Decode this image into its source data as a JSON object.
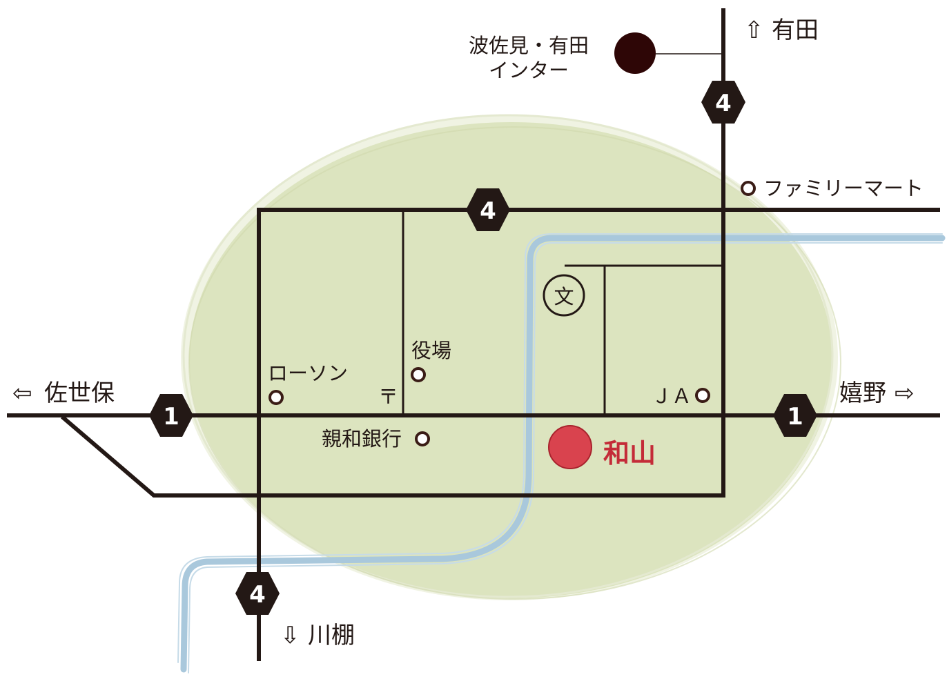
{
  "destinations": {
    "north": {
      "arrow": "⇧",
      "name": "有田"
    },
    "south": {
      "arrow": "⇩",
      "name": "川棚"
    },
    "west": {
      "arrow": "⇦",
      "name": "佐世保"
    },
    "east": {
      "arrow": "⇨",
      "name": "嬉野"
    }
  },
  "interchange": {
    "line1": "波佐見・有田",
    "line2": "インター"
  },
  "routes": {
    "national_road": "1",
    "prefectural_road": "4"
  },
  "landmarks": {
    "family_mart": "ファミリーマート",
    "school_symbol": "文",
    "town_office": "役場",
    "lawson": "ローソン",
    "post_office_symbol": "〒",
    "ja": "ＪＡ",
    "shinwa_bank": "親和銀行"
  },
  "destination_marker": {
    "name": "和山",
    "color": "#d9434e"
  },
  "colors": {
    "area_fill": "#dce4bf",
    "road": "#231815",
    "river": "#a9c8dc",
    "landmark_ring": "#3a1c16",
    "interchange_dot": "#2e0606"
  }
}
